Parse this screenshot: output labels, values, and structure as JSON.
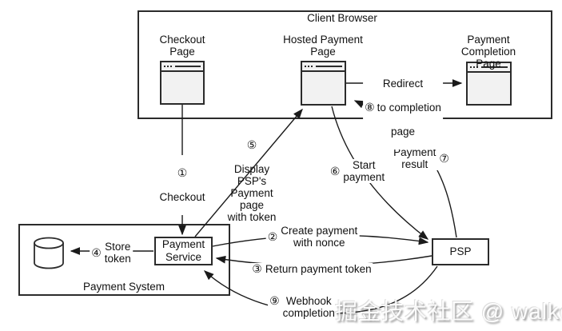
{
  "colors": {
    "line": "#1a1a1a",
    "box_border": "#2b2b2b",
    "browser_icon_fill": "#f2f2f2",
    "watermark_text": "#ffffff"
  },
  "client_browser": {
    "title": "Client Browser"
  },
  "pages": {
    "checkout_label": "Checkout\nPage",
    "hosted_label": "Hosted Payment\nPage",
    "completion_label": "Payment Completion\nPage"
  },
  "payment_system": {
    "label": "Payment System",
    "service_label": "Payment\nService",
    "database_icon": "database-cylinder-icon"
  },
  "psp": {
    "label": "PSP"
  },
  "steps": {
    "s1": {
      "num": "①",
      "label": "Checkout"
    },
    "s2": {
      "num": "②",
      "label": "Create payment\nwith nonce"
    },
    "s3": {
      "num": "③",
      "label": "Return payment token"
    },
    "s4": {
      "num": "④",
      "label": "Store\ntoken"
    },
    "s5": {
      "num": "⑤",
      "label": "Display\nPSP's\nPayment\npage\nwith token"
    },
    "s6": {
      "num": "⑥",
      "label": "Start\npayment"
    },
    "s7": {
      "num": "⑦",
      "label": "Payment\nresult"
    },
    "s8": {
      "num": "⑧",
      "pre": "Redirect",
      "label": "to completion",
      "post": "page"
    },
    "s9": {
      "num": "⑨",
      "label": "Webhook\ncompletion"
    }
  },
  "watermark": "掘金技术社区 @ walker"
}
